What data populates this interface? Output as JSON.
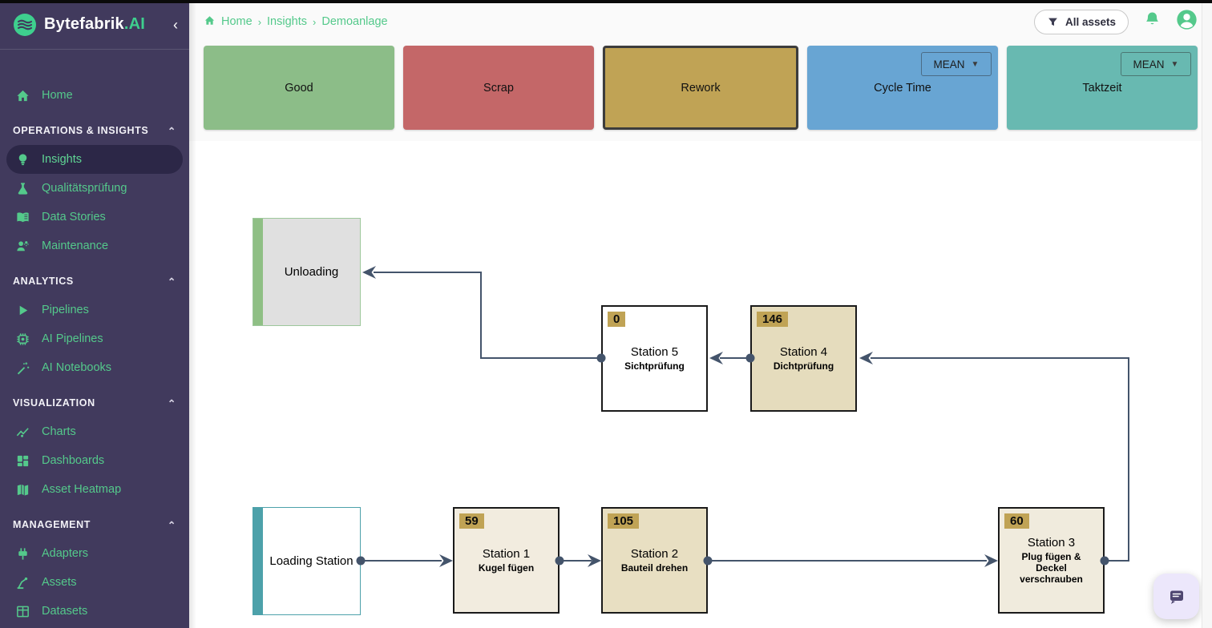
{
  "brand": {
    "name": "Bytefabrik",
    "suffix": ".AI"
  },
  "topbar": {
    "filter_label": "All assets",
    "breadcrumb": {
      "items": [
        "Home",
        "Insights",
        "Demoanlage"
      ],
      "separator": "›"
    }
  },
  "sidebar": {
    "nav": [
      {
        "type": "item",
        "label": "Home"
      },
      {
        "type": "section",
        "label": "OPERATIONS & INSIGHTS"
      },
      {
        "type": "item",
        "label": "Insights",
        "active": true
      },
      {
        "type": "item",
        "label": "Qualitätsprüfung"
      },
      {
        "type": "item",
        "label": "Data Stories"
      },
      {
        "type": "item",
        "label": "Maintenance"
      },
      {
        "type": "section",
        "label": "ANALYTICS"
      },
      {
        "type": "item",
        "label": "Pipelines"
      },
      {
        "type": "item",
        "label": "AI Pipelines"
      },
      {
        "type": "item",
        "label": "AI Notebooks"
      },
      {
        "type": "section",
        "label": "VISUALIZATION"
      },
      {
        "type": "item",
        "label": "Charts"
      },
      {
        "type": "item",
        "label": "Dashboards"
      },
      {
        "type": "item",
        "label": "Asset Heatmap"
      },
      {
        "type": "section",
        "label": "MANAGEMENT"
      },
      {
        "type": "item",
        "label": "Adapters"
      },
      {
        "type": "item",
        "label": "Assets"
      },
      {
        "type": "item",
        "label": "Datasets"
      }
    ],
    "colors": {
      "background": "#413a5d",
      "accent": "#54c98b",
      "active_pill": "#2c2747"
    }
  },
  "metrics": {
    "cards": [
      {
        "label": "Good",
        "color": "#8cbd88"
      },
      {
        "label": "Scrap",
        "color": "#c46768"
      },
      {
        "label": "Rework",
        "color": "#c0a355",
        "selected": true
      },
      {
        "label": "Cycle Time",
        "color": "#68a5d3",
        "agg": "MEAN"
      },
      {
        "label": "Taktzeit",
        "color": "#68b9b1",
        "agg": "MEAN"
      }
    ]
  },
  "diagram": {
    "edge_color": "#44546b",
    "badge_color": "#c0a355",
    "unloading": {
      "label": "Unloading",
      "fill": "#e0e0e0",
      "accent": "#8fbf85",
      "border": "#9dc79b"
    },
    "loading": {
      "label": "Loading Station",
      "fill": "#ffffff",
      "accent": "#4da1aa",
      "border": "#4da1aa"
    },
    "station1": {
      "badge": "59",
      "title": "Station 1",
      "subtitle": "Kugel fügen",
      "fill": "#f2ecdf"
    },
    "station2": {
      "badge": "105",
      "title": "Station 2",
      "subtitle": "Bauteil drehen",
      "fill": "#e8dfc2"
    },
    "station3": {
      "badge": "60",
      "title": "Station 3",
      "subtitle": "Plug fügen & Deckel verschrauben",
      "fill": "#f0ebdd"
    },
    "station4": {
      "badge": "146",
      "title": "Station 4",
      "subtitle": "Dichtprüfung",
      "fill": "#e5dcbd"
    },
    "station5": {
      "badge": "0",
      "title": "Station 5",
      "subtitle": "Sichtprüfung",
      "fill": "#ffffff"
    }
  }
}
